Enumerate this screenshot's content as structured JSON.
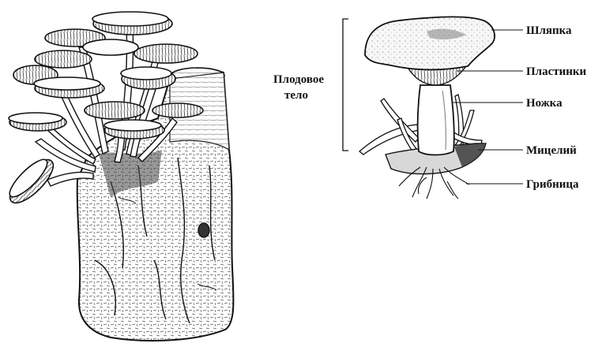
{
  "figure": {
    "left_illustration": "honey-fungus-cluster-on-stump",
    "right_illustration": "mushroom-anatomy",
    "labels": {
      "fruiting_body": [
        "Плодовое",
        "тело"
      ],
      "cap": "Шляпка",
      "gills": "Пластинки",
      "stem": "Ножка",
      "mycelium": "Мицелий",
      "hyphae": "Грибница"
    },
    "colors": {
      "ink": "#111111",
      "paper": "#ffffff",
      "shade": "#cfcfcf"
    }
  }
}
